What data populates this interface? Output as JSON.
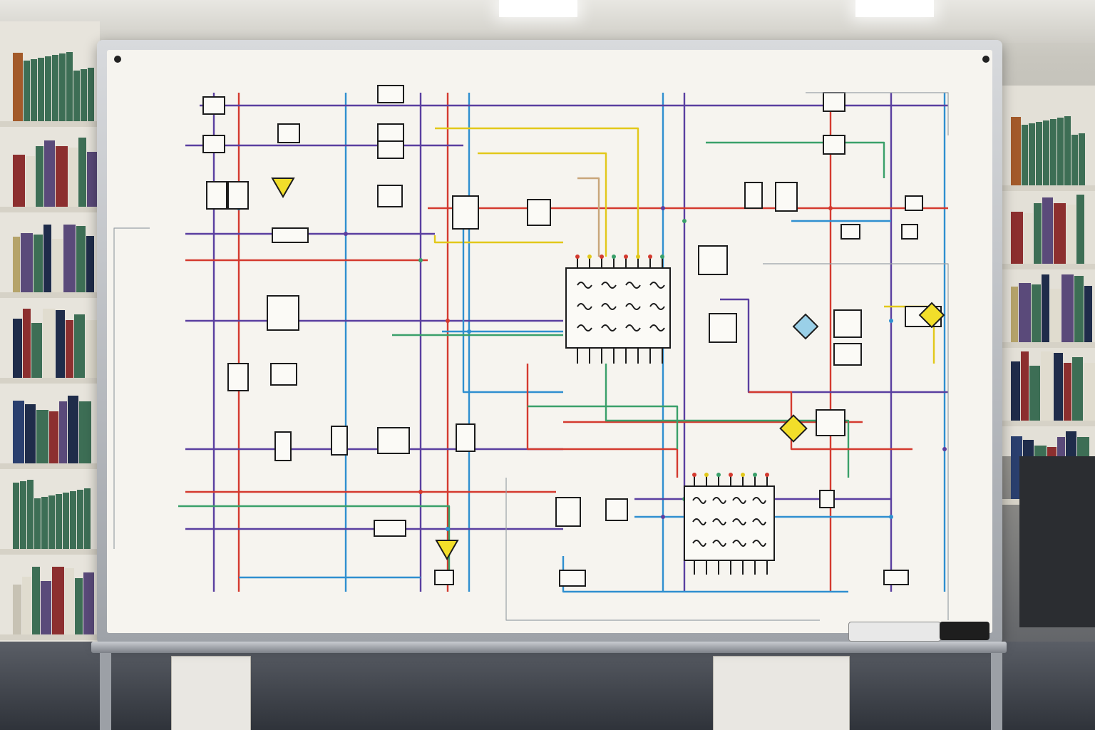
{
  "scene": {
    "description_visible_text": "",
    "colors": {
      "wire_red": "#d43a2f",
      "wire_blue": "#2f8fd0",
      "wire_purple": "#5a3fa0",
      "wire_green": "#3aa06a",
      "wire_yellow": "#e2c81a",
      "wire_grey": "#9aa0a6",
      "board": "#f6f4ef",
      "frame": "#b8bcc2"
    },
    "icons": [
      "whiteboard",
      "circuit-schematic",
      "bookshelf",
      "office-chair",
      "eraser",
      "marker"
    ]
  }
}
